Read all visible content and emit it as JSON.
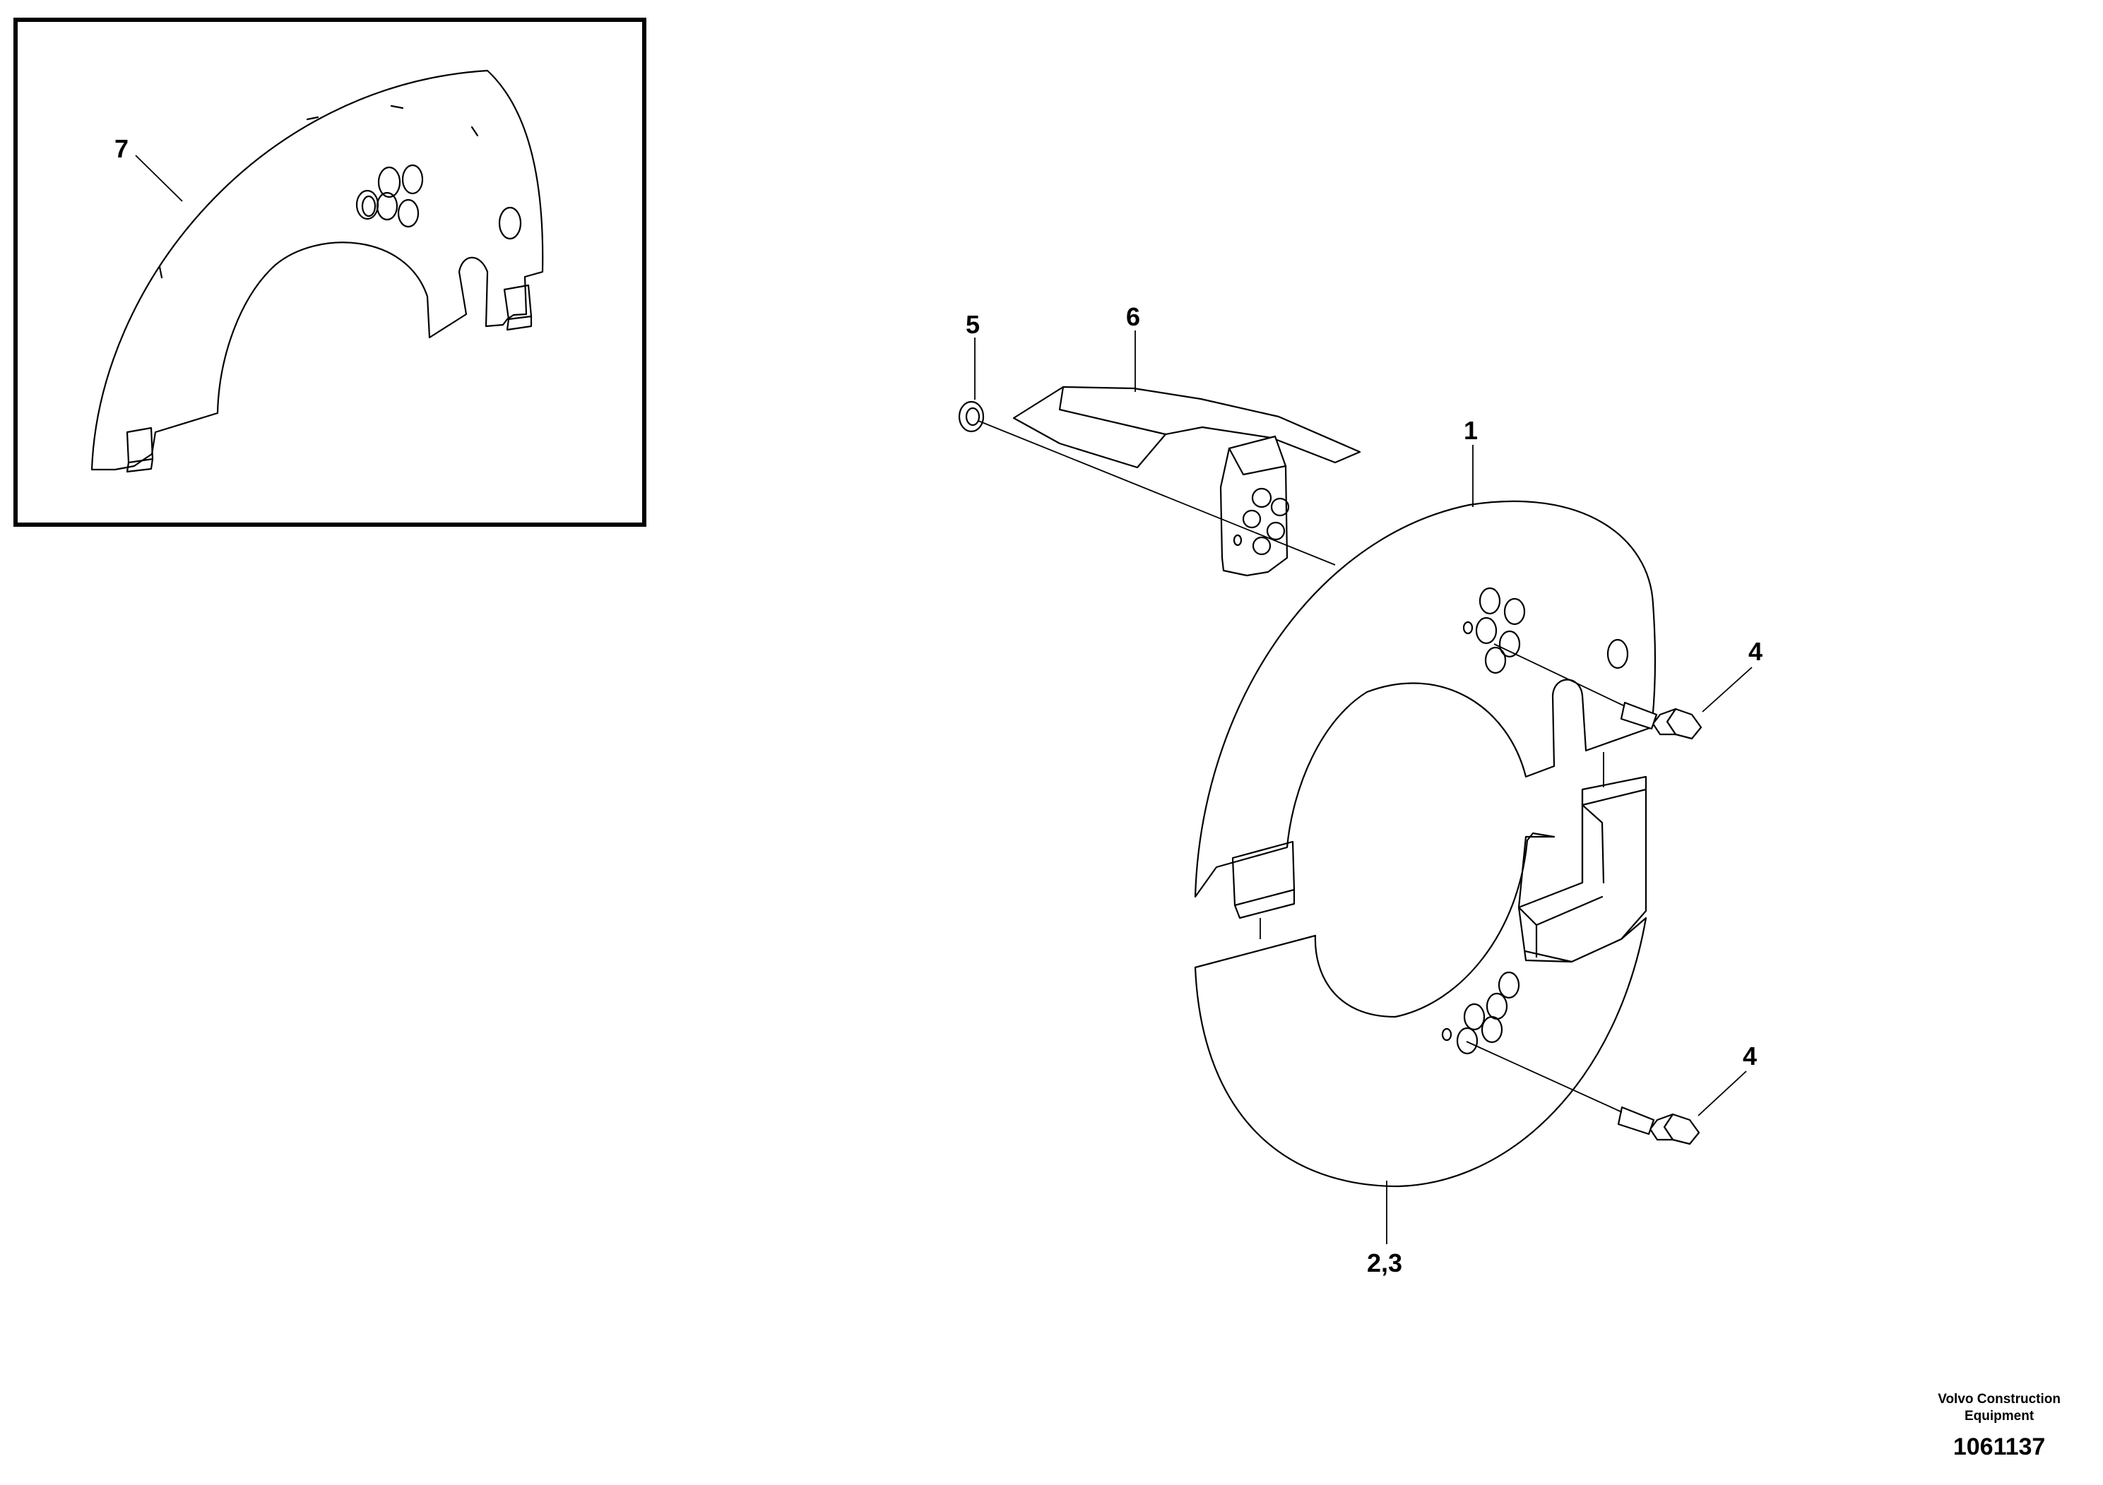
{
  "callouts": {
    "c1": "1",
    "c23": "2,3",
    "c4a": "4",
    "c4b": "4",
    "c5": "5",
    "c6": "6",
    "c7": "7"
  },
  "footer": {
    "maker_line1": "Volvo Construction",
    "maker_line2": "Equipment",
    "drawing_number": "1061137"
  },
  "colors": {
    "line": "#000000",
    "background": "#ffffff"
  }
}
